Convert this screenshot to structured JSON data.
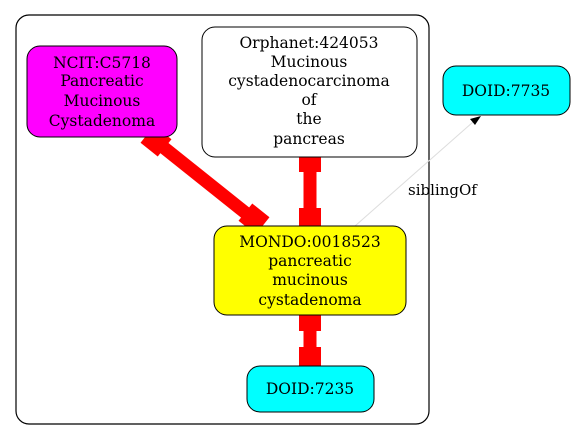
{
  "nodes": {
    "ncit": {
      "lines": [
        "NCIT:C5718",
        "Pancreatic",
        "Mucinous",
        "Cystadenoma"
      ],
      "fill": "#ff00ff"
    },
    "orphanet": {
      "lines": [
        "Orphanet:424053",
        "Mucinous",
        "cystadenocarcinoma",
        "of",
        "the",
        "pancreas"
      ],
      "fill": "#ffffff"
    },
    "mondo": {
      "lines": [
        "MONDO:0018523",
        "pancreatic",
        "mucinous",
        "cystadenoma"
      ],
      "fill": "#ffff00"
    },
    "doid_7235": {
      "lines": [
        "DOID:7235"
      ],
      "fill": "#00ffff"
    },
    "doid_7735": {
      "lines": [
        "DOID:7735"
      ],
      "fill": "#00ffff"
    }
  },
  "edges": {
    "ncit_mondo": {
      "color": "#ff0000"
    },
    "orphanet_mondo": {
      "color": "#ff0000"
    },
    "mondo_doid7235": {
      "color": "#ff0000"
    },
    "mondo_doid7735": {
      "label": "siblingOf",
      "color": "#dddddd"
    }
  }
}
